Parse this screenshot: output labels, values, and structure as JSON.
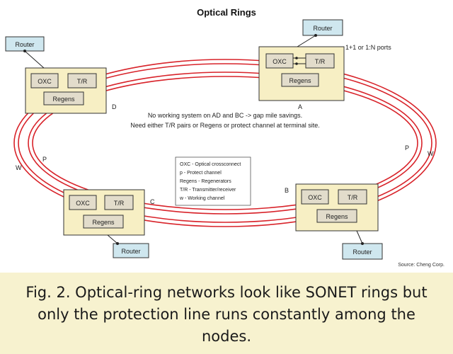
{
  "diagram": {
    "title": "Optical Rings",
    "port_note": "1+1 or 1:N ports",
    "note_line1": "No working system on AD and BC -> gap mile savings.",
    "note_line2": "Need either T/R pairs or Regens or protect channel at terminal site.",
    "ring_labels": {
      "p_left": "P",
      "w_left": "W",
      "p_right": "P",
      "w_right": "W"
    },
    "nodes": {
      "A": {
        "label": "A",
        "oxc": "OXC",
        "tr": "T/R",
        "regens": "Regens",
        "router": "Router"
      },
      "B": {
        "label": "B",
        "oxc": "OXC",
        "tr": "T/R",
        "regens": "Regens",
        "router": "Router"
      },
      "C": {
        "label": "C",
        "oxc": "OXC",
        "tr": "T/R",
        "regens": "Regens",
        "router": "Router"
      },
      "D": {
        "label": "D",
        "oxc": "OXC",
        "tr": "T/R",
        "regens": "Regens",
        "router": "Router"
      }
    },
    "legend": [
      "OXC - Optical crossconnect",
      "p - Protect channel",
      "Regens - Regenerators",
      "T/R - Transmitter/receiver",
      "w - Working channel"
    ],
    "source": "Source: Cheng Corp.",
    "colors": {
      "ring": "#d8232a",
      "node_fill": "#f7efc4",
      "router_fill": "#cfe7ef",
      "inner_fill": "#e2dccb",
      "caption_bg": "#f7f2cf"
    }
  },
  "caption": {
    "line1": "Fig. 2. Optical-ring networks look like SONET rings but",
    "line2": "only the protection line runs constantly among the",
    "line3": "nodes."
  }
}
